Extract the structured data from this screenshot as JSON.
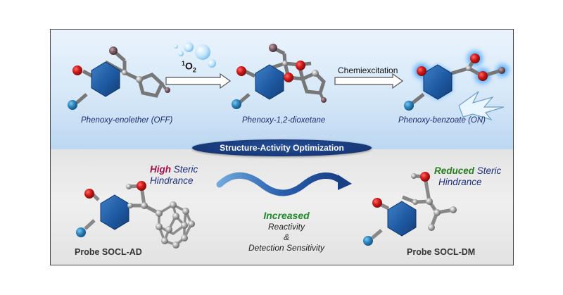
{
  "top": {
    "reagent_main": "O",
    "reagent_sup": "1",
    "reagent_sub": "2",
    "step2_label": "Chemiexcitation",
    "captions": [
      "Phenoxy-enolether (OFF)",
      "Phenoxy-1,2-dioxetane",
      "Phenoxy-benzoate (ON)"
    ]
  },
  "banner": "Structure-Activity Optimization",
  "bottom": {
    "left_emph": "High",
    "left_rest": " Steric",
    "left_line2": "Hindrance",
    "right_emph": "Reduced",
    "right_rest": " Steric",
    "right_line2": "Hindrance",
    "center_emph": "Increased",
    "center_lines": [
      "Reactivity",
      "&",
      "Detection Sensitivity"
    ],
    "probe_left": "Probe SOCL-AD",
    "probe_right": "Probe SOCL-DM"
  },
  "colors": {
    "hexagon": "#1e5aa3",
    "oxygen_red": "#c8141e",
    "carbon_grey": "#8a8a8a",
    "high_color": "#a0104a",
    "reduced_color": "#2a7d1e",
    "increased_color": "#1e8a2a"
  }
}
